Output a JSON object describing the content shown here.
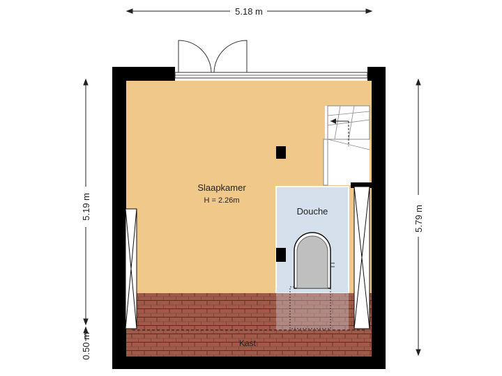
{
  "floorplan": {
    "dimensions": {
      "top_width": "5.18 m",
      "left_height": "5.19 m",
      "left_bottom": "0.50 m",
      "right_height": "5.79 m"
    },
    "rooms": {
      "bedroom": {
        "name": "Slaapkamer",
        "height": "H = 2.26m"
      },
      "shower": {
        "name": "Douche"
      },
      "storage": {
        "name": "Kast"
      }
    },
    "colors": {
      "wall": "#000000",
      "bedroom_floor": "#F0C88A",
      "shower_floor": "#D5E0EC",
      "roof_tiles": "#A05A4A",
      "dimension_line": "#222222"
    }
  }
}
